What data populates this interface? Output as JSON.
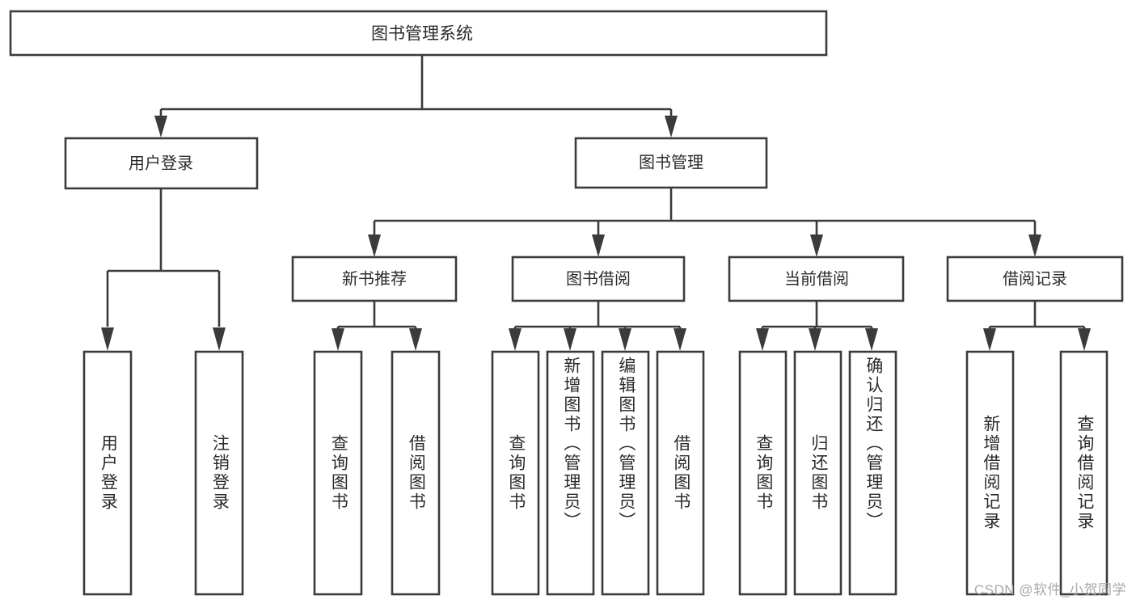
{
  "diagram": {
    "type": "hierarchy-tree",
    "title": "图书管理系统",
    "root": {
      "label": "图书管理系统",
      "children": [
        {
          "label": "用户登录",
          "children": [
            {
              "label": "用户登录"
            },
            {
              "label": "注销登录"
            }
          ]
        },
        {
          "label": "图书管理",
          "children": [
            {
              "label": "新书推荐",
              "children": [
                {
                  "label": "查询图书"
                },
                {
                  "label": "借阅图书"
                }
              ]
            },
            {
              "label": "图书借阅",
              "children": [
                {
                  "label": "查询图书"
                },
                {
                  "label": "新增图书（管理员）"
                },
                {
                  "label": "编辑图书（管理员）"
                },
                {
                  "label": "借阅图书"
                }
              ]
            },
            {
              "label": "当前借阅",
              "children": [
                {
                  "label": "查询图书"
                },
                {
                  "label": "归还图书"
                },
                {
                  "label": "确认归还（管理员）"
                }
              ]
            },
            {
              "label": "借阅记录",
              "children": [
                {
                  "label": "新增借阅记录"
                },
                {
                  "label": "查询借阅记录"
                }
              ]
            }
          ]
        }
      ]
    }
  },
  "nodes": {
    "root": "图书管理系统",
    "l1": {
      "user_login": "用户登录",
      "book_manage": "图书管理"
    },
    "l2": {
      "new_book_rec": "新书推荐",
      "book_borrow": "图书借阅",
      "current_borrow": "当前借阅",
      "borrow_record": "借阅记录"
    },
    "leaves": {
      "user_login_1": "用户登录",
      "user_login_2": "注销登录",
      "new_book_1": "查询图书",
      "new_book_2": "借阅图书",
      "borrow_1": "查询图书",
      "borrow_2": "新增图书（管理员）",
      "borrow_3": "编辑图书（管理员）",
      "borrow_4": "借阅图书",
      "current_1": "查询图书",
      "current_2": "归还图书",
      "current_3": "确认归还（管理员）",
      "record_1": "新增借阅记录",
      "record_2": "查询借阅记录"
    }
  },
  "watermark": {
    "text": "CSDN @软件_小贺同学"
  },
  "colors": {
    "stroke": "#3b3b3b",
    "box_fill": "#ffffff",
    "text": "#2b2b2b",
    "watermark": "#a8a8a8",
    "background": "#ffffff"
  }
}
